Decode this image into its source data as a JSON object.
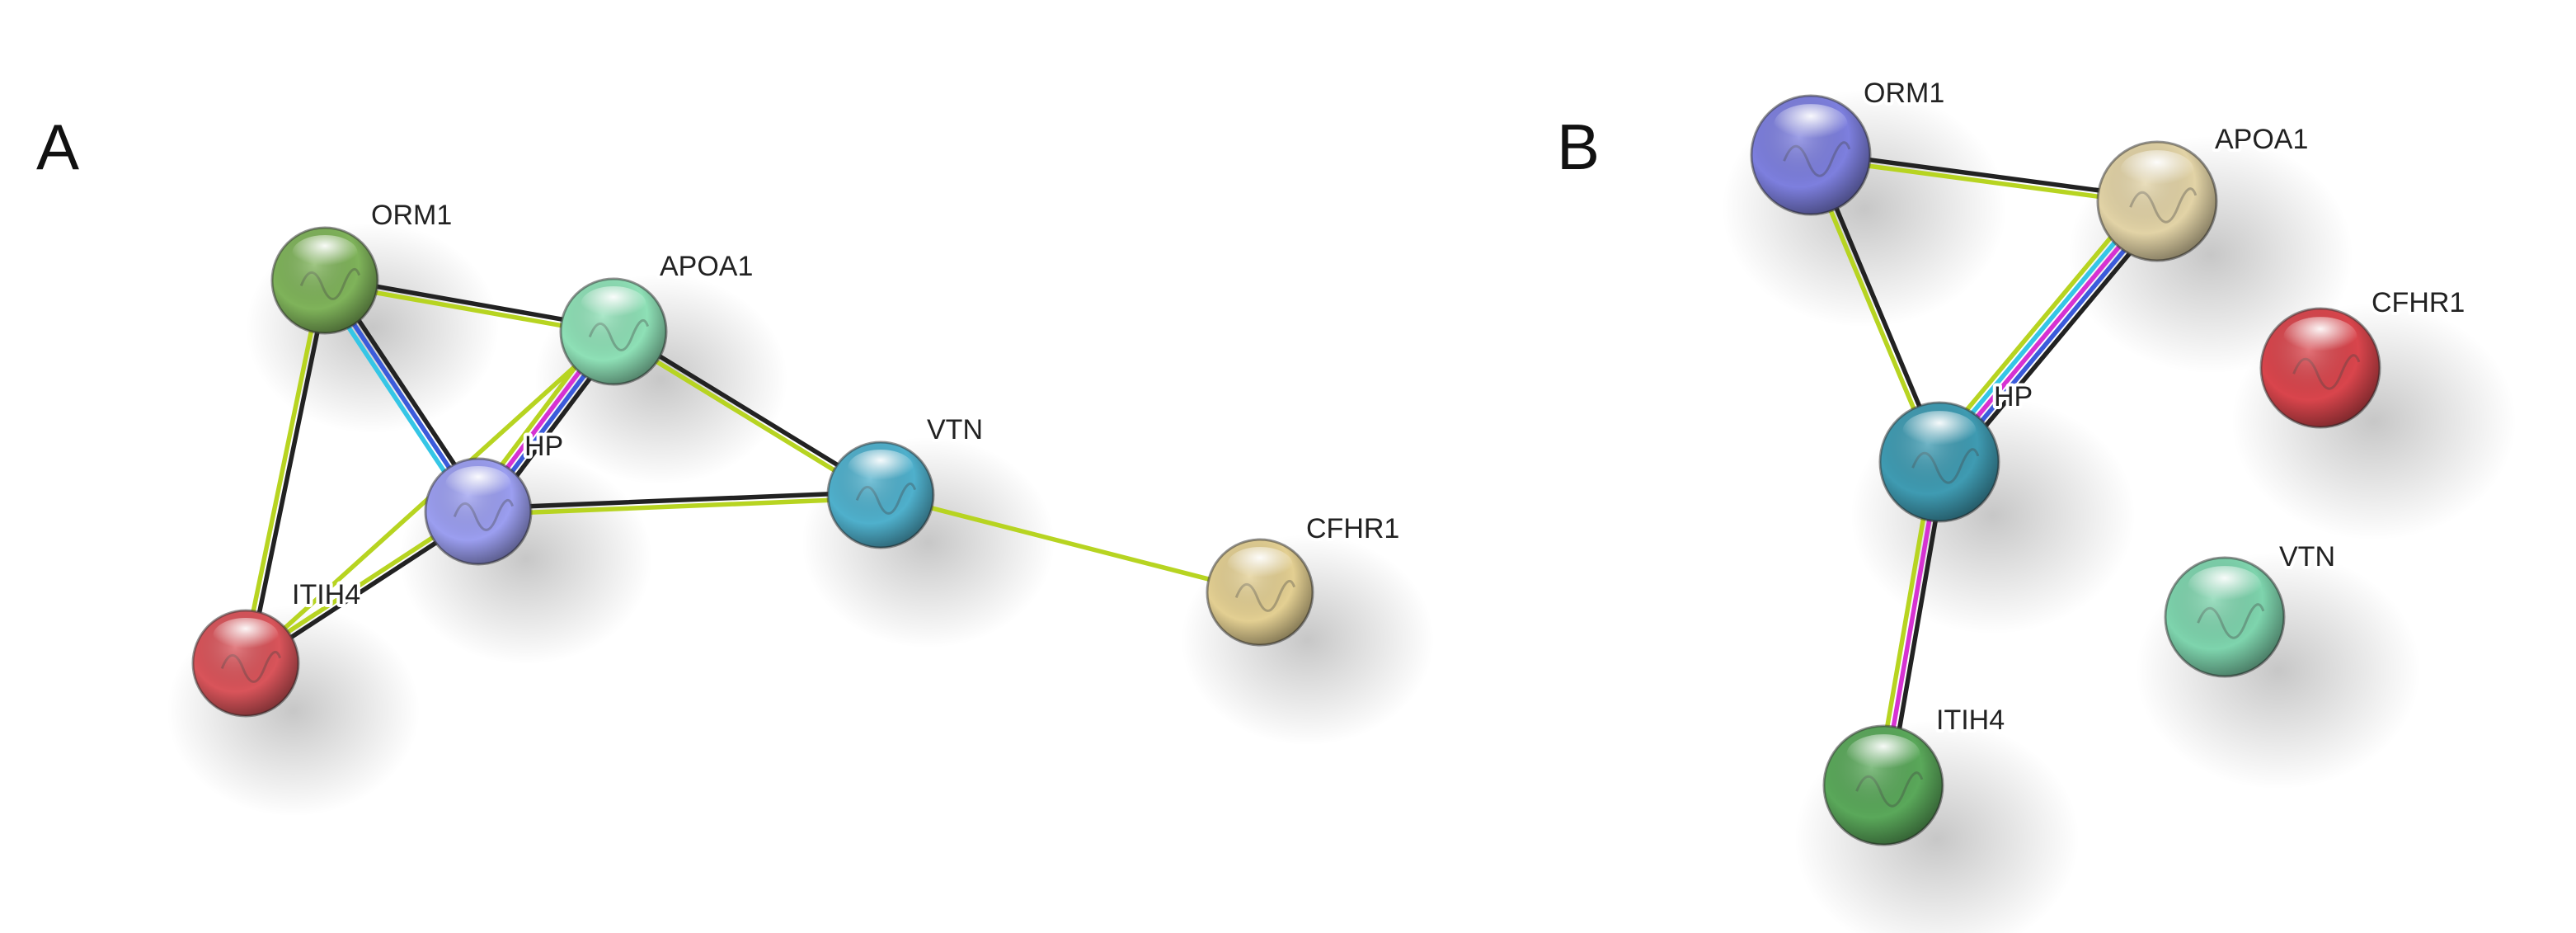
{
  "colors": {
    "edge_black": "#222222",
    "edge_yellowgreen": "#b7d421",
    "edge_cyan": "#35c6e6",
    "edge_magenta": "#d632d2",
    "edge_blue": "#3b5bdb"
  },
  "panels": [
    {
      "letter": "A",
      "nodes": [
        {
          "id": "ORM1",
          "label": "ORM1",
          "color": "#7fb35a"
        },
        {
          "id": "APOA1",
          "label": "APOA1",
          "color": "#8ee0b6"
        },
        {
          "id": "HP",
          "label": "HP",
          "color": "#9b9ef0"
        },
        {
          "id": "VTN",
          "label": "VTN",
          "color": "#4fb0cc"
        },
        {
          "id": "CFHR1",
          "label": "CFHR1",
          "color": "#e3cf92"
        },
        {
          "id": "ITIH4",
          "label": "ITIH4",
          "color": "#d9545a"
        }
      ],
      "edges": [
        {
          "from": "ORM1",
          "to": "APOA1",
          "types": [
            "black",
            "yellowgreen"
          ]
        },
        {
          "from": "ORM1",
          "to": "HP",
          "types": [
            "black",
            "blue",
            "cyan"
          ]
        },
        {
          "from": "ORM1",
          "to": "ITIH4",
          "types": [
            "black",
            "yellowgreen"
          ]
        },
        {
          "from": "APOA1",
          "to": "HP",
          "types": [
            "black",
            "blue",
            "magenta",
            "yellowgreen"
          ]
        },
        {
          "from": "APOA1",
          "to": "VTN",
          "types": [
            "black",
            "yellowgreen"
          ]
        },
        {
          "from": "APOA1",
          "to": "ITIH4",
          "types": [
            "yellowgreen"
          ]
        },
        {
          "from": "HP",
          "to": "VTN",
          "types": [
            "black",
            "yellowgreen"
          ]
        },
        {
          "from": "HP",
          "to": "ITIH4",
          "types": [
            "black",
            "yellowgreen"
          ]
        },
        {
          "from": "VTN",
          "to": "CFHR1",
          "types": [
            "yellowgreen"
          ]
        }
      ]
    },
    {
      "letter": "B",
      "nodes": [
        {
          "id": "ORM1",
          "label": "ORM1",
          "color": "#7d7fde"
        },
        {
          "id": "APOA1",
          "label": "APOA1",
          "color": "#e2d3a6"
        },
        {
          "id": "HP",
          "label": "HP",
          "color": "#3f9bb2"
        },
        {
          "id": "CFHR1",
          "label": "CFHR1",
          "color": "#d9454c"
        },
        {
          "id": "VTN",
          "label": "VTN",
          "color": "#7ed4ad"
        },
        {
          "id": "ITIH4",
          "label": "ITIH4",
          "color": "#5aa85a"
        }
      ],
      "edges": [
        {
          "from": "ORM1",
          "to": "APOA1",
          "types": [
            "black",
            "yellowgreen"
          ]
        },
        {
          "from": "ORM1",
          "to": "HP",
          "types": [
            "black",
            "yellowgreen"
          ]
        },
        {
          "from": "APOA1",
          "to": "HP",
          "types": [
            "black",
            "blue",
            "magenta",
            "cyan",
            "yellowgreen"
          ]
        },
        {
          "from": "HP",
          "to": "ITIH4",
          "types": [
            "black",
            "magenta",
            "yellowgreen"
          ]
        }
      ]
    }
  ]
}
